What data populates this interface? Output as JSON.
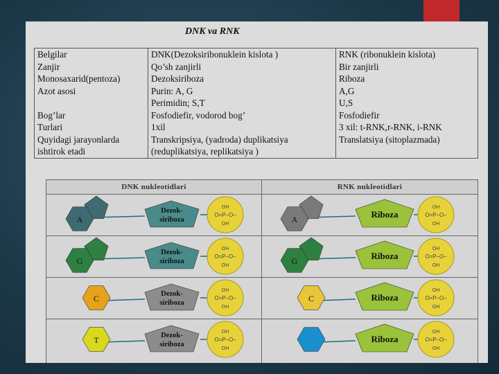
{
  "title": "DNK va RNK",
  "rows": [
    [
      "Belgilar",
      "DNK(Dezoksiribonuklein kislota )",
      "RNK (ribonuklein kislota)"
    ],
    [
      "Zanjir",
      "Qo’sh zanjirli",
      " Bir zanjirli"
    ],
    [
      "Monosaxarid(pentoza)",
      "Dezoksiriboza",
      "Riboza"
    ],
    [
      "Azot asosi",
      "Purin: A, G",
      "A,G"
    ],
    [
      "",
      "Perimidin; S,T",
      "U,S"
    ],
    [
      "Bog’lar",
      "Fosfodiefir, vodorod bog’",
      "Fosfodiefir"
    ],
    [
      "Turlari",
      "1xil",
      "3 xil: t-RNK,r-RNK, i-RNK"
    ],
    [
      "Quyidagi jarayonlarda",
      "Transkripsiya, (yadroda) duplikatsiya",
      "Translatsiya (sitoplazmada)"
    ],
    [
      "ishtirok etadi",
      "(reduplikatsiya, replikatsiya )",
      ""
    ]
  ],
  "nucleotides": {
    "dnk_header": "DNK nukleotidlari",
    "rnk_header": "RNK nukleotidlari",
    "dnk_sugar": [
      "Dezok-",
      "siriboza"
    ],
    "rnk_sugar": "Riboza",
    "phosphate": {
      "top": "OH",
      "mid": "O=P–O–",
      "bot": "OH"
    },
    "dnk": [
      {
        "base": "A",
        "color": "#3f6a72",
        "shape": "pentagon-hexagon"
      },
      {
        "base": "G",
        "color": "#2e8040",
        "shape": "pentagon-hexagon"
      },
      {
        "base": "C",
        "color": "#e6a21a",
        "shape": "hexagon"
      },
      {
        "base": "T",
        "color": "#d8d81f",
        "shape": "hexagon"
      }
    ],
    "rnk": [
      {
        "base": "A",
        "color": "#7a7a7a",
        "shape": "pentagon-hexagon"
      },
      {
        "base": "G",
        "color": "#2e8040",
        "shape": "pentagon-hexagon"
      },
      {
        "base": "C",
        "color": "#e9c53a",
        "shape": "hexagon"
      },
      {
        "base": "",
        "color": "#1a8fce",
        "shape": "hexagon"
      }
    ],
    "colors": {
      "dnk_sugar_purine": "#4a8a8a",
      "dnk_sugar_pyrimidine": "#8c8c8c",
      "rnk_sugar": "#9ac23a",
      "phosphate": "#e8d23a"
    }
  }
}
